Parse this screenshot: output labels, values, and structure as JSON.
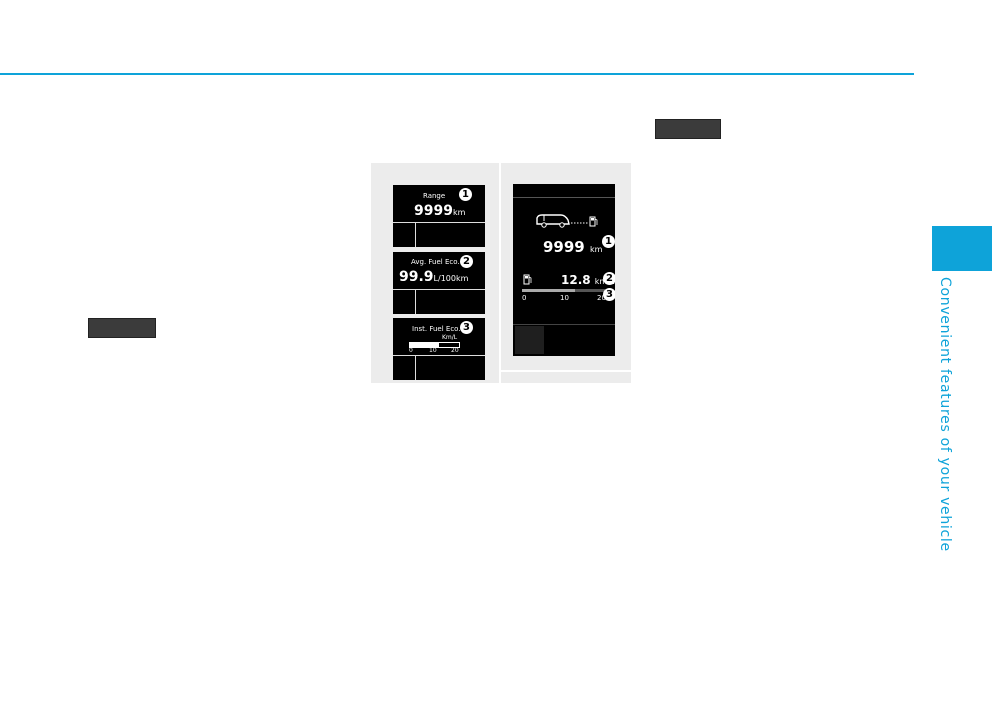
{
  "side_tab": {
    "section_title": "Convenient features of your vehicle",
    "color": "#0ea3d9"
  },
  "lcd_panels": {
    "range": {
      "title": "Range",
      "value": "9999",
      "unit": "km",
      "marker": "1"
    },
    "avg": {
      "title": "Avg. Fuel Eco.",
      "value": "99.9",
      "unit": "L/100km",
      "marker": "2"
    },
    "inst": {
      "title": "Inst. Fuel Eco.",
      "unit": "Km/L",
      "ticks": [
        "0",
        "10",
        "20"
      ],
      "marker": "3",
      "bar_fraction": 0.6
    }
  },
  "cluster": {
    "range_value": "9999",
    "range_unit": "km",
    "fuel_value": "12.8",
    "fuel_unit": "km/L",
    "ticks": [
      "0",
      "10",
      "20"
    ],
    "markers": [
      "1",
      "2",
      "3"
    ],
    "bar_fraction": 0.64
  }
}
